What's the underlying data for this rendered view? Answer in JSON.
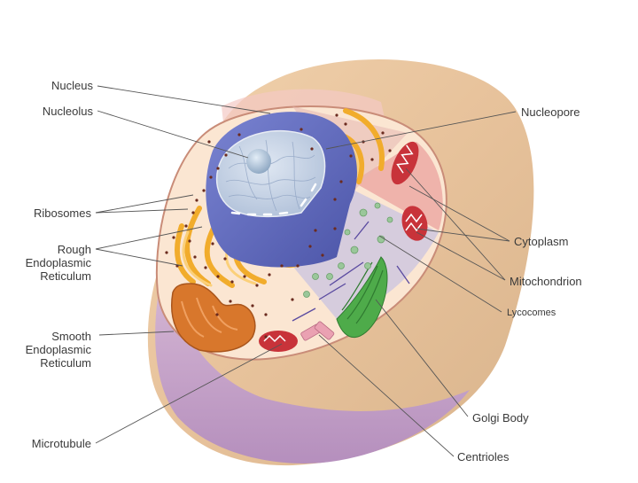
{
  "diagram": {
    "labels": {
      "nucleus": "Nucleus",
      "nucleolus": "Nucleolus",
      "ribosomes": "Ribosomes",
      "rough_er": [
        "Rough",
        "Endoplasmic",
        "Reticulum"
      ],
      "smooth_er": [
        "Smooth",
        "Endoplasmic",
        "Reticulum"
      ],
      "microtubule": "Microtubule",
      "nucleopore": "Nucleopore",
      "cytoplasm": "Cytoplasm",
      "mitochondrion": "Mitochondrion",
      "lysosomes": "Lycocomes",
      "golgi_body": "Golgi Body",
      "centrioles": "Centrioles"
    },
    "colors": {
      "membrane_outer": "#e9c39a",
      "membrane_side": "#c9a6c9",
      "cytoplasm_fill": "#fbe9d6",
      "nuclear_envelope": "#6f78c8",
      "nucleoplasm": "#c9d6ea",
      "nucleolus": "#9fb4cc",
      "rough_er": "#f5b638",
      "smooth_er": "#d9772c",
      "golgi": "#4caa4a",
      "mitochondrion": "#c8333a",
      "centrioles": "#e8a0b0",
      "leader_line": "#555555"
    }
  }
}
